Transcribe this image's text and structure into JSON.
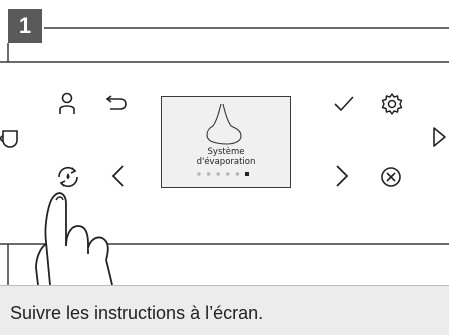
{
  "step": {
    "number": "1"
  },
  "screen": {
    "title_line1": "Système",
    "title_line2": "d'évaporation",
    "page_dots_total": 6,
    "page_dots_active": 6
  },
  "caption": {
    "text": "Suivre les instructions à l’écran."
  },
  "icons": {
    "top_left": "person-icon",
    "top_left_2": "back-arrow-icon",
    "left_edge": "cup-icon",
    "bottom_left": "evaporation-cycle-icon",
    "bottom_left_2": "chevron-left-icon",
    "top_right": "check-icon",
    "top_right_2": "settings-gear-icon",
    "right_edge": "play-triangle-icon",
    "bottom_right": "chevron-right-icon",
    "bottom_right_2": "cancel-circle-icon"
  },
  "colors": {
    "badge": "#5a5a5a",
    "caption_bg": "#ececec",
    "line": "#3a3a3a",
    "screen_bg": "#f0f0f0"
  }
}
